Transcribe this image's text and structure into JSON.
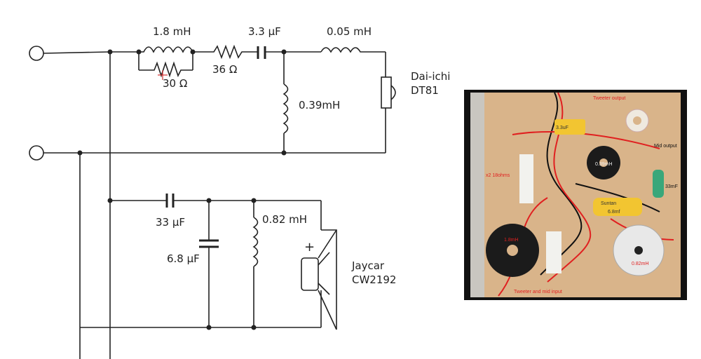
{
  "schematic": {
    "tweeter_branch": {
      "inductor_1": "1.8 mH",
      "resistor_parallel": "30 Ω",
      "resistor_series": "36 Ω",
      "capacitor": "3.3 µF",
      "inductor_2": "0.05 mH",
      "shunt_inductor": "0.39mH",
      "driver_name_line1": "Dai-ichi",
      "driver_name_line2": "DT81"
    },
    "woofer_branch": {
      "capacitor_series": "33 µF",
      "capacitor_shunt": "6.8 µF",
      "shunt_inductor": "0.82 mH",
      "polarity": "+",
      "driver_name_line1": "Jaycar",
      "driver_name_line2": "CW2192"
    }
  },
  "photo": {
    "labels": {
      "tweeter_output": "Tweeter output",
      "mid_output": "Mid output",
      "resistors": "x2 18ohms",
      "cap_33": "33mF",
      "cap_68": "6.8mf",
      "coil_18": "1.8mH",
      "coil_082": "0.82mH",
      "input": "Tweeter and mid input",
      "cap_brand": "Suntan",
      "coil_small": "0.39mH",
      "cap_33uf": "3.3uF"
    },
    "colors": {
      "board": "#d9b48a",
      "wire_red": "#e02020",
      "wire_black": "#111111",
      "cap_yellow": "#f2c531",
      "cap_green": "#3aa77a"
    }
  }
}
